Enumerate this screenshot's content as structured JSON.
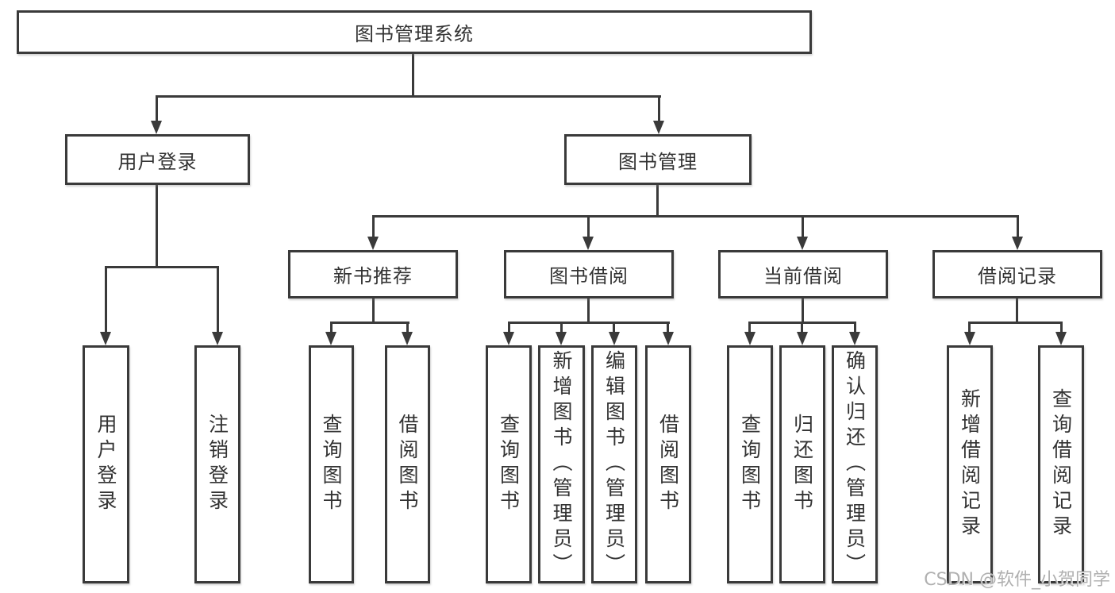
{
  "tree": {
    "root": "图书管理系统",
    "children": [
      {
        "label": "用户登录",
        "children": [
          "用户登录",
          "注销登录"
        ]
      },
      {
        "label": "图书管理",
        "children": [
          {
            "label": "新书推荐",
            "children": [
              "查询图书",
              "借阅图书"
            ]
          },
          {
            "label": "图书借阅",
            "children": [
              "查询图书",
              "新增图书（管理员）",
              "编辑图书（管理员）",
              "借阅图书"
            ]
          },
          {
            "label": "当前借阅",
            "children": [
              "查询图书",
              "归还图书",
              "确认归还（管理员）"
            ]
          },
          {
            "label": "借阅记录",
            "children": [
              "新增借阅记录",
              "查询借阅记录"
            ]
          }
        ]
      }
    ]
  },
  "watermark": {
    "text": "CSDN @软件_小贺同学"
  },
  "colors": {
    "line": "#3a3a3a",
    "box_border": "#3a3a3a",
    "text": "#333333",
    "watermark": "#b0b0b0",
    "background": "#ffffff"
  }
}
